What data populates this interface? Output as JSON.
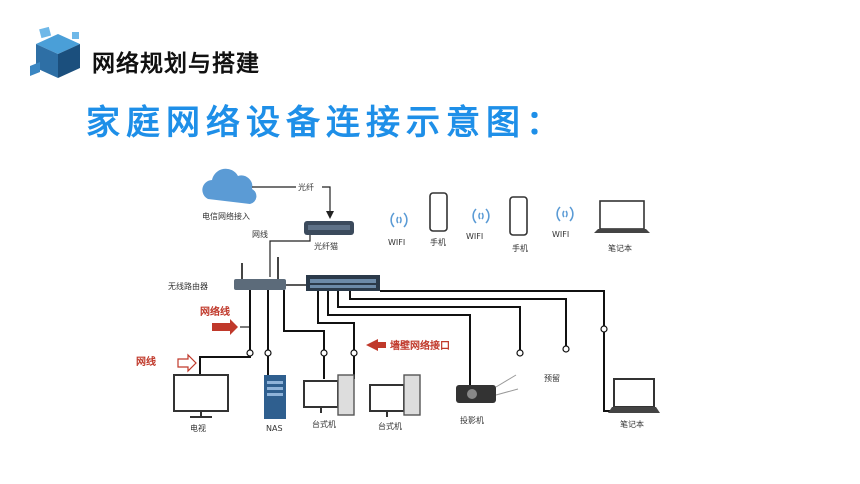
{
  "header": {
    "section_title": "网络规划与搭建",
    "main_title": "家庭网络设备连接示意图："
  },
  "icons": {
    "logo": "cube-logo-icon",
    "cloud": "cloud-icon",
    "modem": "modem-icon",
    "router": "router-icon",
    "switch": "switch-icon",
    "phone": "phone-icon",
    "laptop": "laptop-icon",
    "wifi": "wifi-icon",
    "tv": "tv-icon",
    "nas": "nas-icon",
    "desktop": "desktop-icon",
    "projector": "projector-icon"
  },
  "colors": {
    "title_blue": "#1e8fe8",
    "annotation_red": "#c0392b",
    "cable": "#111111",
    "device_blue": "#2f5f8f"
  },
  "diagram": {
    "fiber_label": "光纤",
    "isp_label": "电信网络接入",
    "modem_label": "光纤猫",
    "cable_label": "网线",
    "router_label": "无线路由器",
    "wifi_labels": [
      "WIFI",
      "WIFI",
      "WIFI"
    ],
    "phone_labels": [
      "手机",
      "手机"
    ],
    "laptop_top_label": "笔记本",
    "network_cable_annotation": "网络线",
    "cable_annotation": "网线",
    "wall_port_annotation": "墙壁网络接口",
    "tv_label": "电视",
    "nas_label": "NAS",
    "desktop_labels": [
      "台式机",
      "台式机"
    ],
    "projector_label": "投影机",
    "reserved_label": "预留",
    "laptop_bottom_label": "笔记本"
  }
}
